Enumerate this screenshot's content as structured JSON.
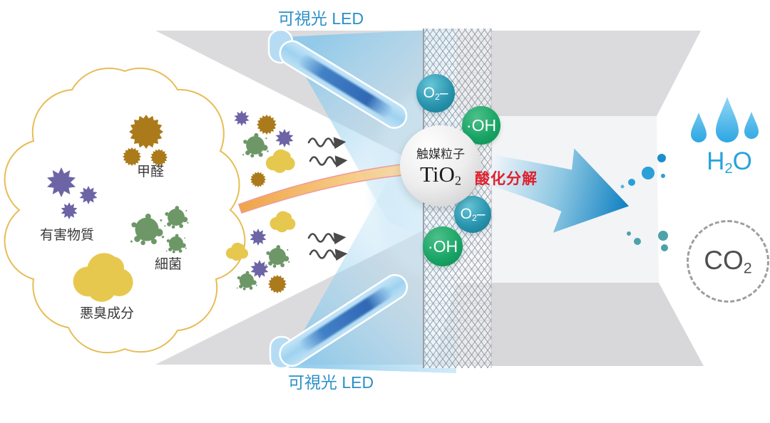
{
  "labels": {
    "led_top": "可視光 LED",
    "led_bottom": "可視光 LED"
  },
  "pollutant_cloud": {
    "formaldehyde": "甲醛",
    "harmful_substances": "有害物質",
    "bacteria": "細菌",
    "odor_components": "悪臭成分"
  },
  "catalyst": {
    "name": "触媒粒子",
    "formula": {
      "base": "TiO",
      "sub": "2"
    }
  },
  "radicals": {
    "superoxide": {
      "base": "O",
      "sub": "2",
      "sign": "–"
    },
    "hydroxyl": "·OH"
  },
  "process": "酸化分解",
  "outputs": {
    "water": {
      "h": "H",
      "sub": "2",
      "o": "O"
    },
    "co2": {
      "base": "CO",
      "sub": "2"
    }
  },
  "colors": {
    "led_label": "#2b90c8",
    "process_red": "#e0202c",
    "h2o_blue": "#29a3dc",
    "co2_gray": "#4f4f4f",
    "superoxide_circle": "#1d85a0",
    "hydroxyl_circle": "#17a364",
    "catalyst_circle": "#cccccc",
    "cloud_outline": "#e6bd55",
    "formaldehyde_gold": "#ab7a1b",
    "harmful_purple": "#6c64a5",
    "bacteria_green": "#6e9768",
    "odor_yellow": "#e7c84f",
    "arrow_blue": "#0e82c3",
    "led_beam": "#9fd2f0",
    "dot_blue": "#2aa0d8",
    "dot_teal": "#4da2aa",
    "wavy_gray": "#4a4a4a"
  }
}
